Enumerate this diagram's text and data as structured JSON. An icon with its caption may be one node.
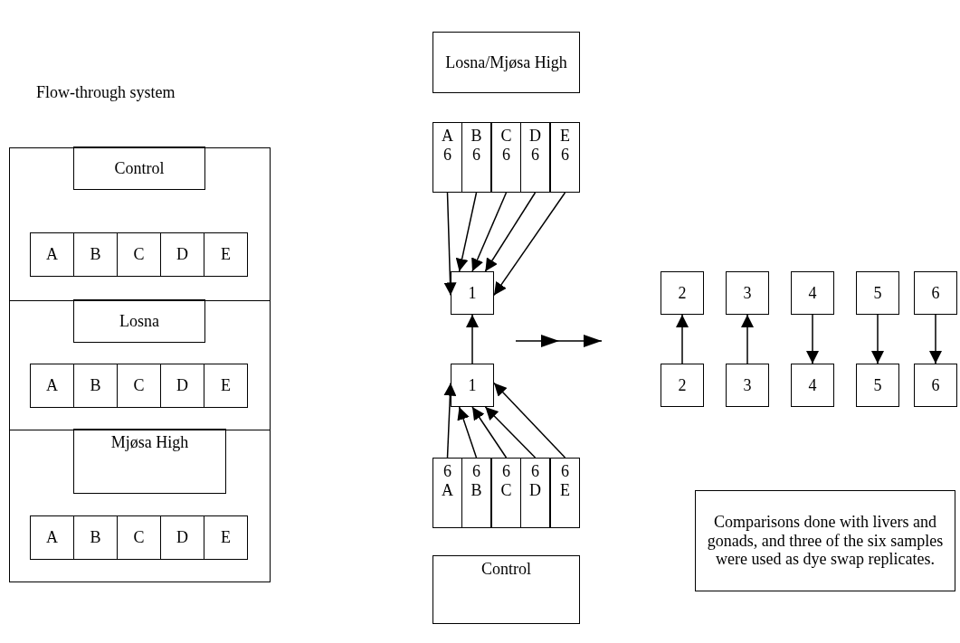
{
  "diagram": {
    "nodes": [
      {
        "text": [],
        "shape": "box"
      },
      {
        "text": [],
        "shape": "box",
        "in": 0
      },
      {
        "text": [
          "Control"
        ],
        "in": 1
      },
      {
        "text": [
          "A"
        ],
        "in": 1
      },
      {
        "text": [
          "B"
        ],
        "in": 1
      },
      {
        "text": [
          "C"
        ],
        "in": 1
      },
      {
        "text": [
          "D"
        ],
        "in": 1
      },
      {
        "text": [
          "E"
        ],
        "in": 1
      },
      {
        "text": [],
        "shape": "box",
        "in": 0
      },
      {
        "text": [
          "Losna"
        ],
        "in": 8
      },
      {
        "text": [
          "A"
        ],
        "in": 8
      },
      {
        "text": [
          "B"
        ],
        "in": 8
      },
      {
        "text": [
          "C"
        ],
        "in": 8
      },
      {
        "text": [
          "D"
        ],
        "in": 8
      },
      {
        "text": [
          "E"
        ],
        "in": 8
      },
      {
        "text": [],
        "shape": "box",
        "in": 0
      },
      {
        "text": [
          "Mjøsa High"
        ],
        "in": 15
      },
      {
        "text": [
          "A"
        ],
        "in": 15
      },
      {
        "text": [
          "B"
        ],
        "in": 15
      },
      {
        "text": [
          "C"
        ],
        "in": 15
      },
      {
        "text": [
          "D"
        ],
        "in": 15
      },
      {
        "text": [
          "E"
        ],
        "in": 15
      },
      {
        "text": [
          "Losna/Mjøsa High"
        ]
      },
      {
        "text": [
          "A 6"
        ]
      },
      {
        "text": [
          "B 6"
        ]
      },
      {
        "text": [
          "C 6"
        ]
      },
      {
        "text": [
          "D 6"
        ]
      },
      {
        "text": [
          "E 6"
        ]
      },
      {
        "text": [
          "1"
        ]
      },
      {
        "text": [
          "1"
        ]
      },
      {
        "text": [
          "6 A"
        ]
      },
      {
        "text": [
          "6 B"
        ]
      },
      {
        "text": [
          "6 C"
        ]
      },
      {
        "text": [
          "6 D"
        ]
      },
      {
        "text": [
          "6 E"
        ]
      },
      {
        "text": [
          "Control"
        ]
      },
      {
        "text": [
          "2"
        ]
      },
      {
        "text": [
          "3"
        ]
      },
      {
        "text": [
          "4"
        ]
      },
      {
        "text": [
          "5"
        ]
      },
      {
        "text": [
          "6"
        ]
      },
      {
        "text": [
          "2"
        ]
      },
      {
        "text": [
          "3"
        ]
      },
      {
        "text": [
          "4"
        ]
      },
      {
        "text": [
          "5"
        ]
      },
      {
        "text": [
          "6"
        ]
      },
      {
        "text": [
          "Comparisons done with livers and gonads, and three of the six samples were used as dye swap replicates."
        ]
      }
    ],
    "edges": [
      {
        "from": 23,
        "to": 28,
        "arrow": "to"
      },
      {
        "from": 24,
        "to": 28,
        "arrow": "to"
      },
      {
        "from": 25,
        "to": 28,
        "arrow": "to"
      },
      {
        "from": 26,
        "to": 28,
        "arrow": "to"
      },
      {
        "from": 27,
        "to": 28,
        "arrow": "to"
      },
      {
        "from": 29,
        "to": 28,
        "arrow": "to"
      },
      {
        "from": 30,
        "to": 29,
        "arrow": "to"
      },
      {
        "from": 31,
        "to": 29,
        "arrow": "to"
      },
      {
        "from": 32,
        "to": 29,
        "arrow": "to"
      },
      {
        "from": 33,
        "to": 29,
        "arrow": "to"
      },
      {
        "from": 34,
        "to": 29,
        "arrow": "to"
      },
      {
        "from": 41,
        "to": 36,
        "arrow": "to"
      },
      {
        "from": 42,
        "to": 37,
        "arrow": "to"
      },
      {
        "from": 38,
        "to": 43,
        "arrow": "to"
      },
      {
        "from": 39,
        "to": 44,
        "arrow": "to"
      },
      {
        "from": 40,
        "to": 45,
        "arrow": "to"
      }
    ],
    "labels": [
      "Flow-through system"
    ]
  }
}
